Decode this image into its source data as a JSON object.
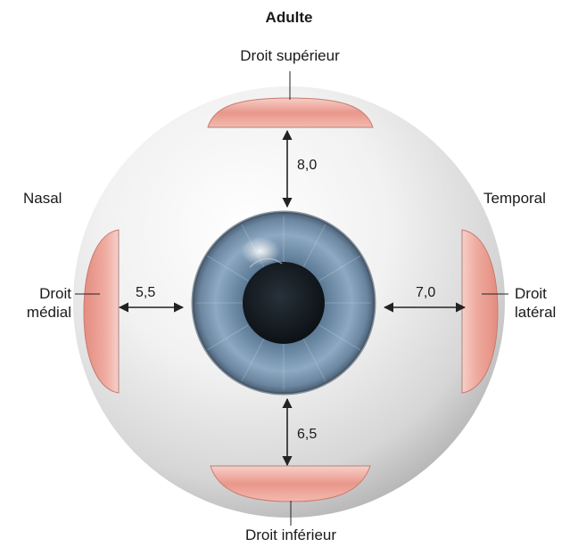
{
  "title": "Adulte",
  "labels": {
    "superior": "Droit supérieur",
    "inferior": "Droit inférieur",
    "nasal": "Nasal",
    "temporal": "Temporal",
    "medial_line1": "Droit",
    "medial_line2": "médial",
    "lateral_line1": "Droit",
    "lateral_line2": "latéral"
  },
  "measurements": {
    "superior": "8,0",
    "inferior": "6,5",
    "medial": "5,5",
    "lateral": "7,0"
  },
  "colors": {
    "muscle": "#e8958a",
    "muscle_light": "#f6c9c0",
    "sclera": "#f2f2f2",
    "iris": "#6f8fb0",
    "pupil": "#111820",
    "line": "#222222"
  },
  "icons": {
    "eyeball": "eyeball-illustration",
    "arrows": "double-headed-arrow"
  }
}
